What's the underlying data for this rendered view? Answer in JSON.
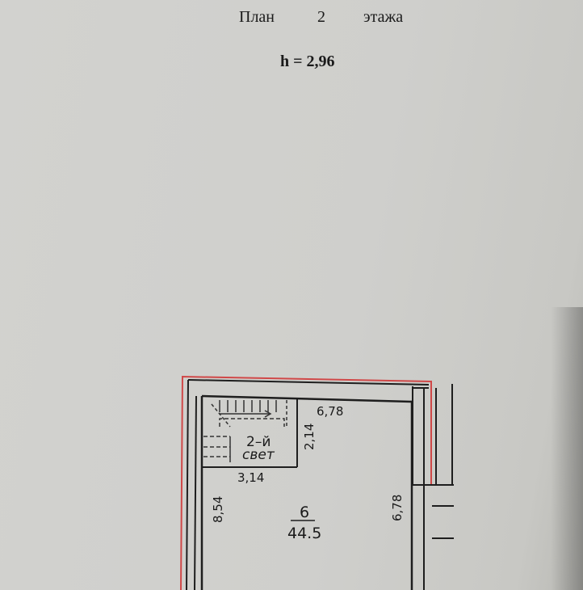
{
  "title": {
    "word1": "План",
    "number": "2",
    "word2": "этажа"
  },
  "height_label": "h = 2,96",
  "plan": {
    "stair_room": {
      "line1": "2–й",
      "line2": "свет",
      "width": "3,14",
      "height": "2,14"
    },
    "room": {
      "number": "6",
      "area": "44.5"
    },
    "dimensions": {
      "top": "6,78",
      "left": "8,54",
      "right": "6,78"
    }
  },
  "colors": {
    "boundary": "#d04848",
    "wall": "#1e1e1e"
  }
}
